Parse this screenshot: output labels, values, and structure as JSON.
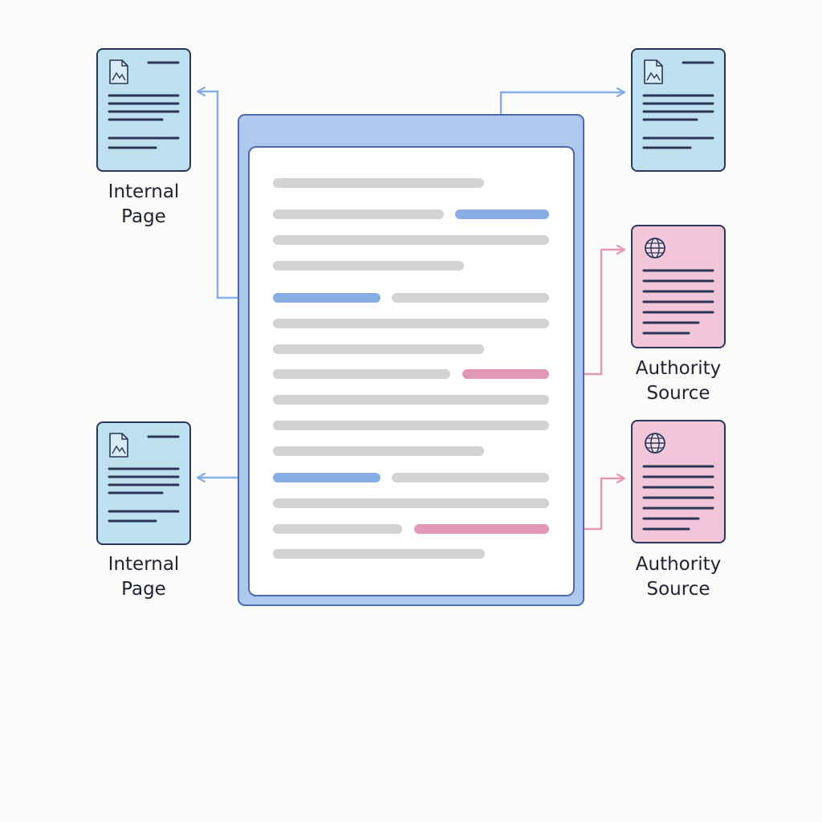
{
  "colors": {
    "background": "#fbfcfa",
    "internal_link": "#86aee4",
    "authority_link": "#e297b7",
    "internal_card_fill": "#bfe1ef",
    "authority_card_fill": "#f1c6d8",
    "card_outline": "#2b3558",
    "document_frame": "#aec8ee",
    "document_outline": "#4f6aa8",
    "text_line": "#d2d3d5"
  },
  "nodes": {
    "internal_top": {
      "type": "internal",
      "icon": "image-icon",
      "label_line1": "Internal",
      "label_line2": "Page"
    },
    "internal_bottom": {
      "type": "internal",
      "icon": "image-icon",
      "label_line1": "Internal",
      "label_line2": "Page"
    },
    "internal_top_right": {
      "type": "internal",
      "icon": "image-icon"
    },
    "authority_top": {
      "type": "authority",
      "icon": "globe-icon",
      "label_line1": "Authority",
      "label_line2": "Source"
    },
    "authority_bottom": {
      "type": "authority",
      "icon": "globe-icon",
      "label_line1": "Authority",
      "label_line2": "Source"
    }
  },
  "document": {
    "lines": [
      {
        "kind": "text"
      },
      {
        "kind": "text",
        "link": "internal",
        "link_position": "end",
        "target": "internal_top_right"
      },
      {
        "kind": "text"
      },
      {
        "kind": "text"
      },
      {
        "kind": "text",
        "link": "internal",
        "link_position": "start",
        "target": "internal_top"
      },
      {
        "kind": "text"
      },
      {
        "kind": "text"
      },
      {
        "kind": "text",
        "link": "authority",
        "link_position": "end",
        "target": "authority_top"
      },
      {
        "kind": "text"
      },
      {
        "kind": "text"
      },
      {
        "kind": "text"
      },
      {
        "kind": "text",
        "link": "internal",
        "link_position": "start",
        "target": "internal_bottom"
      },
      {
        "kind": "text"
      },
      {
        "kind": "text",
        "link": "authority",
        "link_position": "end",
        "target": "authority_bottom"
      },
      {
        "kind": "text"
      }
    ]
  }
}
